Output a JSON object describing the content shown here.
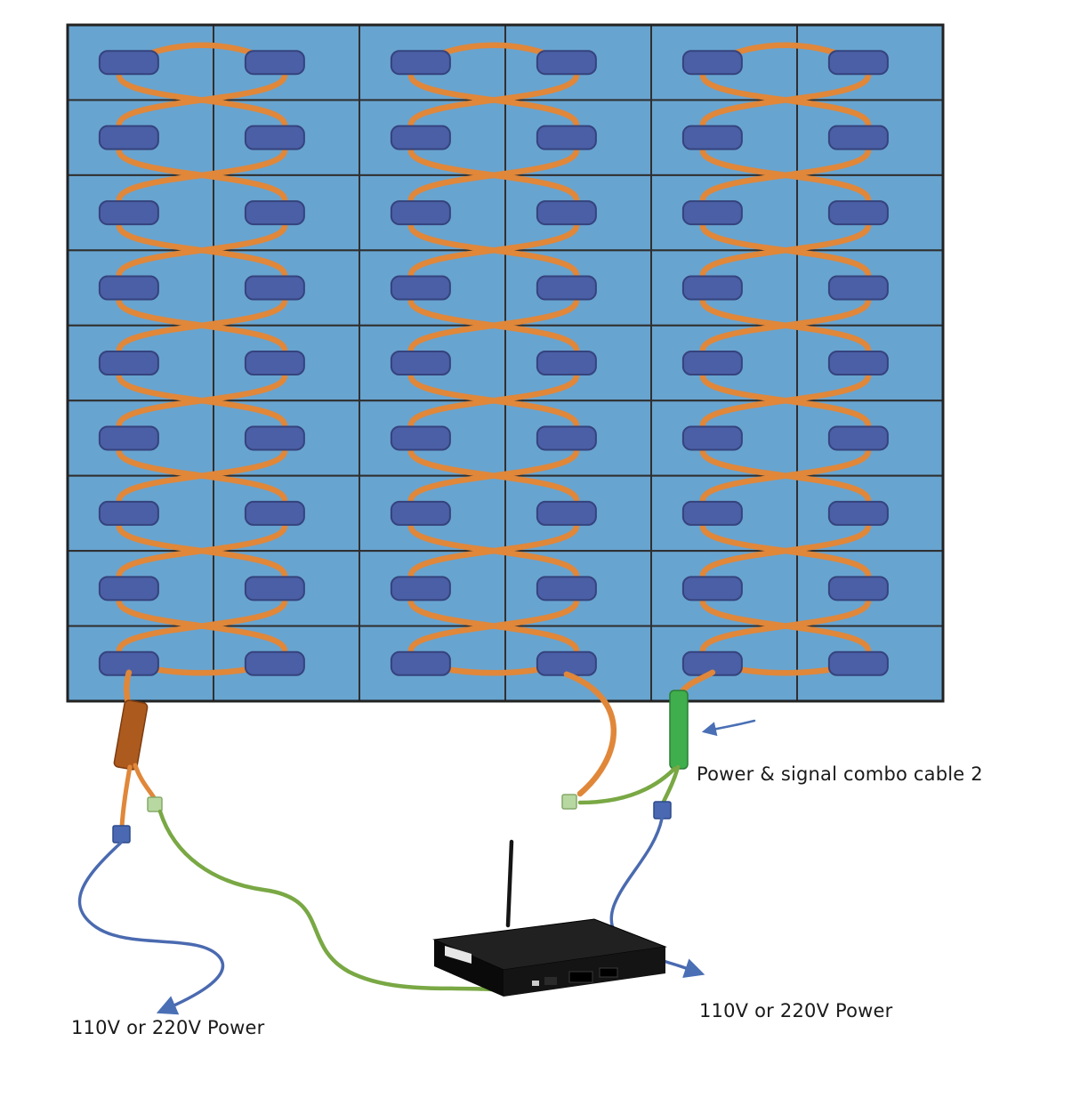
{
  "diagram": {
    "panel": {
      "cols": 6,
      "rows": 9,
      "tile_color": "#68a4d0",
      "tile_border_color": "#2f2f2f",
      "outline_color": "#222222",
      "module_color": "#4b5fa6",
      "module_border_color": "#35437d",
      "cable_color": "#e0873a"
    },
    "connectors": {
      "combo_cable_1_color": "#ad5a1e",
      "combo_cable_1_border": "#7c3c10",
      "combo_cable_2_color": "#3fae4c",
      "combo_cable_2_border": "#2c7d36",
      "blue_plug_color": "#4a69b2",
      "blue_plug_border": "#2d4a8a",
      "green_plug_color": "#b8d8a2",
      "green_plug_border": "#85a868"
    },
    "wires": {
      "power_color": "#4a6ab0",
      "signal_color": "#79a844",
      "arrow_color": "#4a6fb5"
    },
    "media_player": {
      "top_color": "#212121",
      "left_color": "#0a0a0a",
      "front_color": "#141414",
      "antenna_color": "#151515"
    },
    "labels": {
      "combo_cable_2": "Power & signal combo cable 2",
      "power_left": "110V or 220V Power",
      "power_right": "110V or 220V Power"
    }
  }
}
